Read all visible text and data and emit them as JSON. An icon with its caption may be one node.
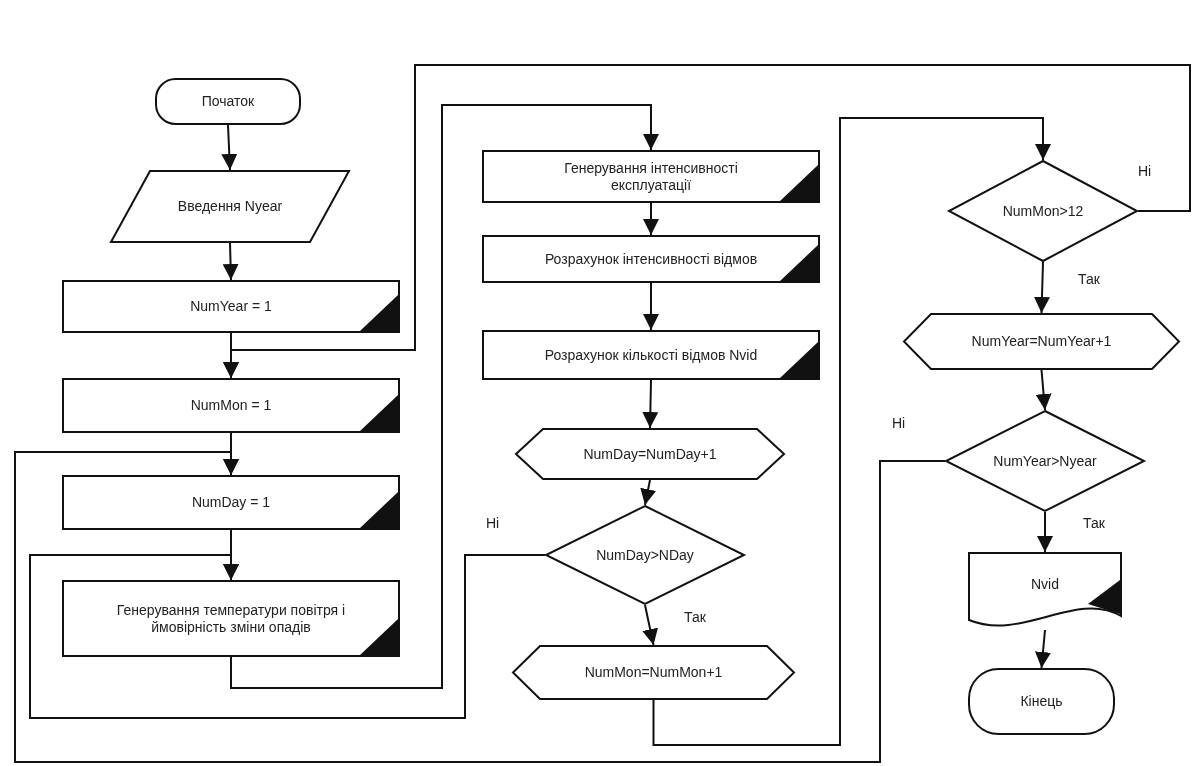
{
  "diagram": {
    "nodes": [
      {
        "text": [
          "Початок"
        ]
      },
      {
        "text": [
          "Введення Nyear"
        ]
      },
      {
        "text": [
          "NumYear = 1"
        ]
      },
      {
        "text": [
          "NumMon = 1"
        ]
      },
      {
        "text": [
          "NumDay = 1"
        ]
      },
      {
        "text": [
          "Генерування температури повітря і ймовірність зміни опадів"
        ]
      },
      {
        "text": [
          "Генерування інтенсивності експлуатації"
        ]
      },
      {
        "text": [
          "Розрахунок інтенсивності відмов"
        ]
      },
      {
        "text": [
          "Розрахунок кількості відмов Nvid"
        ]
      },
      {
        "text": [
          "NumDay=NumDay+1"
        ]
      },
      {
        "text": [
          "NumDay>NDay"
        ]
      },
      {
        "text": [
          "NumMon=NumMon+1"
        ]
      },
      {
        "text": [
          "NumMon>12"
        ]
      },
      {
        "text": [
          "NumYear=NumYear+1"
        ]
      },
      {
        "text": [
          "NumYear>Nyear"
        ]
      },
      {
        "text": [
          "Nvid"
        ]
      },
      {
        "text": [
          "Кінець"
        ]
      }
    ],
    "edges": [
      {
        "from": 0,
        "to": 1,
        "arrow": "to"
      },
      {
        "from": 1,
        "to": 2,
        "arrow": "to"
      },
      {
        "from": 2,
        "to": 3,
        "arrow": "to"
      },
      {
        "from": 3,
        "to": 4,
        "arrow": "to"
      },
      {
        "from": 4,
        "to": 5,
        "arrow": "to"
      },
      {
        "from": 5,
        "to": 6,
        "arrow": "to"
      },
      {
        "from": 6,
        "to": 7,
        "arrow": "to"
      },
      {
        "from": 7,
        "to": 8,
        "arrow": "to"
      },
      {
        "from": 8,
        "to": 9,
        "arrow": "to"
      },
      {
        "from": 9,
        "to": 10,
        "arrow": "to"
      },
      {
        "from": 10,
        "to": 5,
        "label": "Ні",
        "arrow": "to"
      },
      {
        "from": 10,
        "to": 11,
        "label": "Так",
        "arrow": "to"
      },
      {
        "from": 11,
        "to": 12,
        "arrow": "to"
      },
      {
        "from": 12,
        "to": 3,
        "label": "Ні",
        "arrow": "to"
      },
      {
        "from": 12,
        "to": 13,
        "label": "Так",
        "arrow": "to"
      },
      {
        "from": 13,
        "to": 14,
        "arrow": "to"
      },
      {
        "from": 14,
        "to": 4,
        "label": "Ні",
        "arrow": "to"
      },
      {
        "from": 14,
        "to": 15,
        "label": "Так",
        "arrow": "to"
      },
      {
        "from": 15,
        "to": 16,
        "arrow": "to"
      }
    ]
  }
}
